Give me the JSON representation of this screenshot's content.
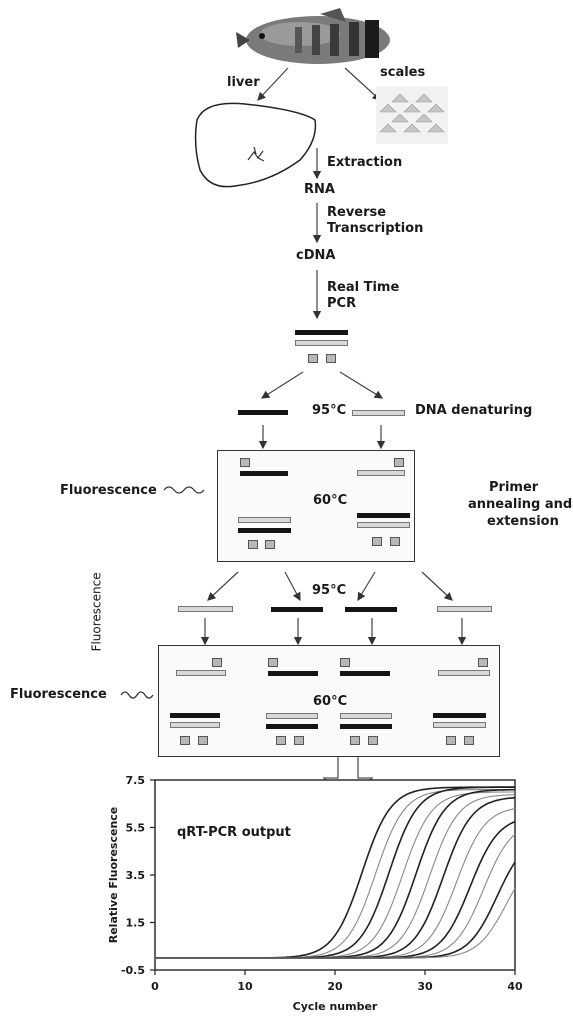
{
  "labels": {
    "liver": "liver",
    "scales": "scales",
    "extraction": "Extraction",
    "rna": "RNA",
    "reverse": "Reverse",
    "transcription": "Transcription",
    "cdna": "cDNA",
    "real_time": "Real Time",
    "pcr": "PCR",
    "temp_95_top": "95°C",
    "dna_denaturing": "DNA denaturing",
    "fluorescence_1": "Fluorescence",
    "temp_60_box1": "60°C",
    "primer": "Primer",
    "annealing_and": "annealing and",
    "extension": "extension",
    "fluorescence_vertical": "Fluorescence",
    "temp_95_mid": "95°C",
    "fluorescence_2": "Fluorescence",
    "temp_60_box2": "60°C"
  },
  "colors": {
    "dark_strand": "#151515",
    "light_strand": "#d8d8d8",
    "primer": "#b8b8b8",
    "curve": "#222222"
  },
  "chart_data": {
    "type": "line",
    "title": "qRT-PCR output",
    "xlabel": "Cycle number",
    "ylabel": "Relative Fluorescence",
    "xlim": [
      0,
      40
    ],
    "ylim": [
      -0.5,
      7.5
    ],
    "xticks": [
      "0",
      "10",
      "20",
      "30",
      "40"
    ],
    "yticks": [
      "7.5",
      "5.5",
      "3.5",
      "1.5",
      "-0.5"
    ],
    "series_params": [
      {
        "midpoint": 23,
        "max": 7.2
      },
      {
        "midpoint": 24.5,
        "max": 7.1
      },
      {
        "midpoint": 26,
        "max": 7.2
      },
      {
        "midpoint": 27.5,
        "max": 7.0
      },
      {
        "midpoint": 29,
        "max": 7.1
      },
      {
        "midpoint": 30.5,
        "max": 6.9
      },
      {
        "midpoint": 32,
        "max": 6.8
      },
      {
        "midpoint": 33.5,
        "max": 6.4
      },
      {
        "midpoint": 35,
        "max": 6.0
      },
      {
        "midpoint": 36.5,
        "max": 5.8
      },
      {
        "midpoint": 38,
        "max": 5.2
      },
      {
        "midpoint": 39,
        "max": 4.5
      }
    ]
  }
}
